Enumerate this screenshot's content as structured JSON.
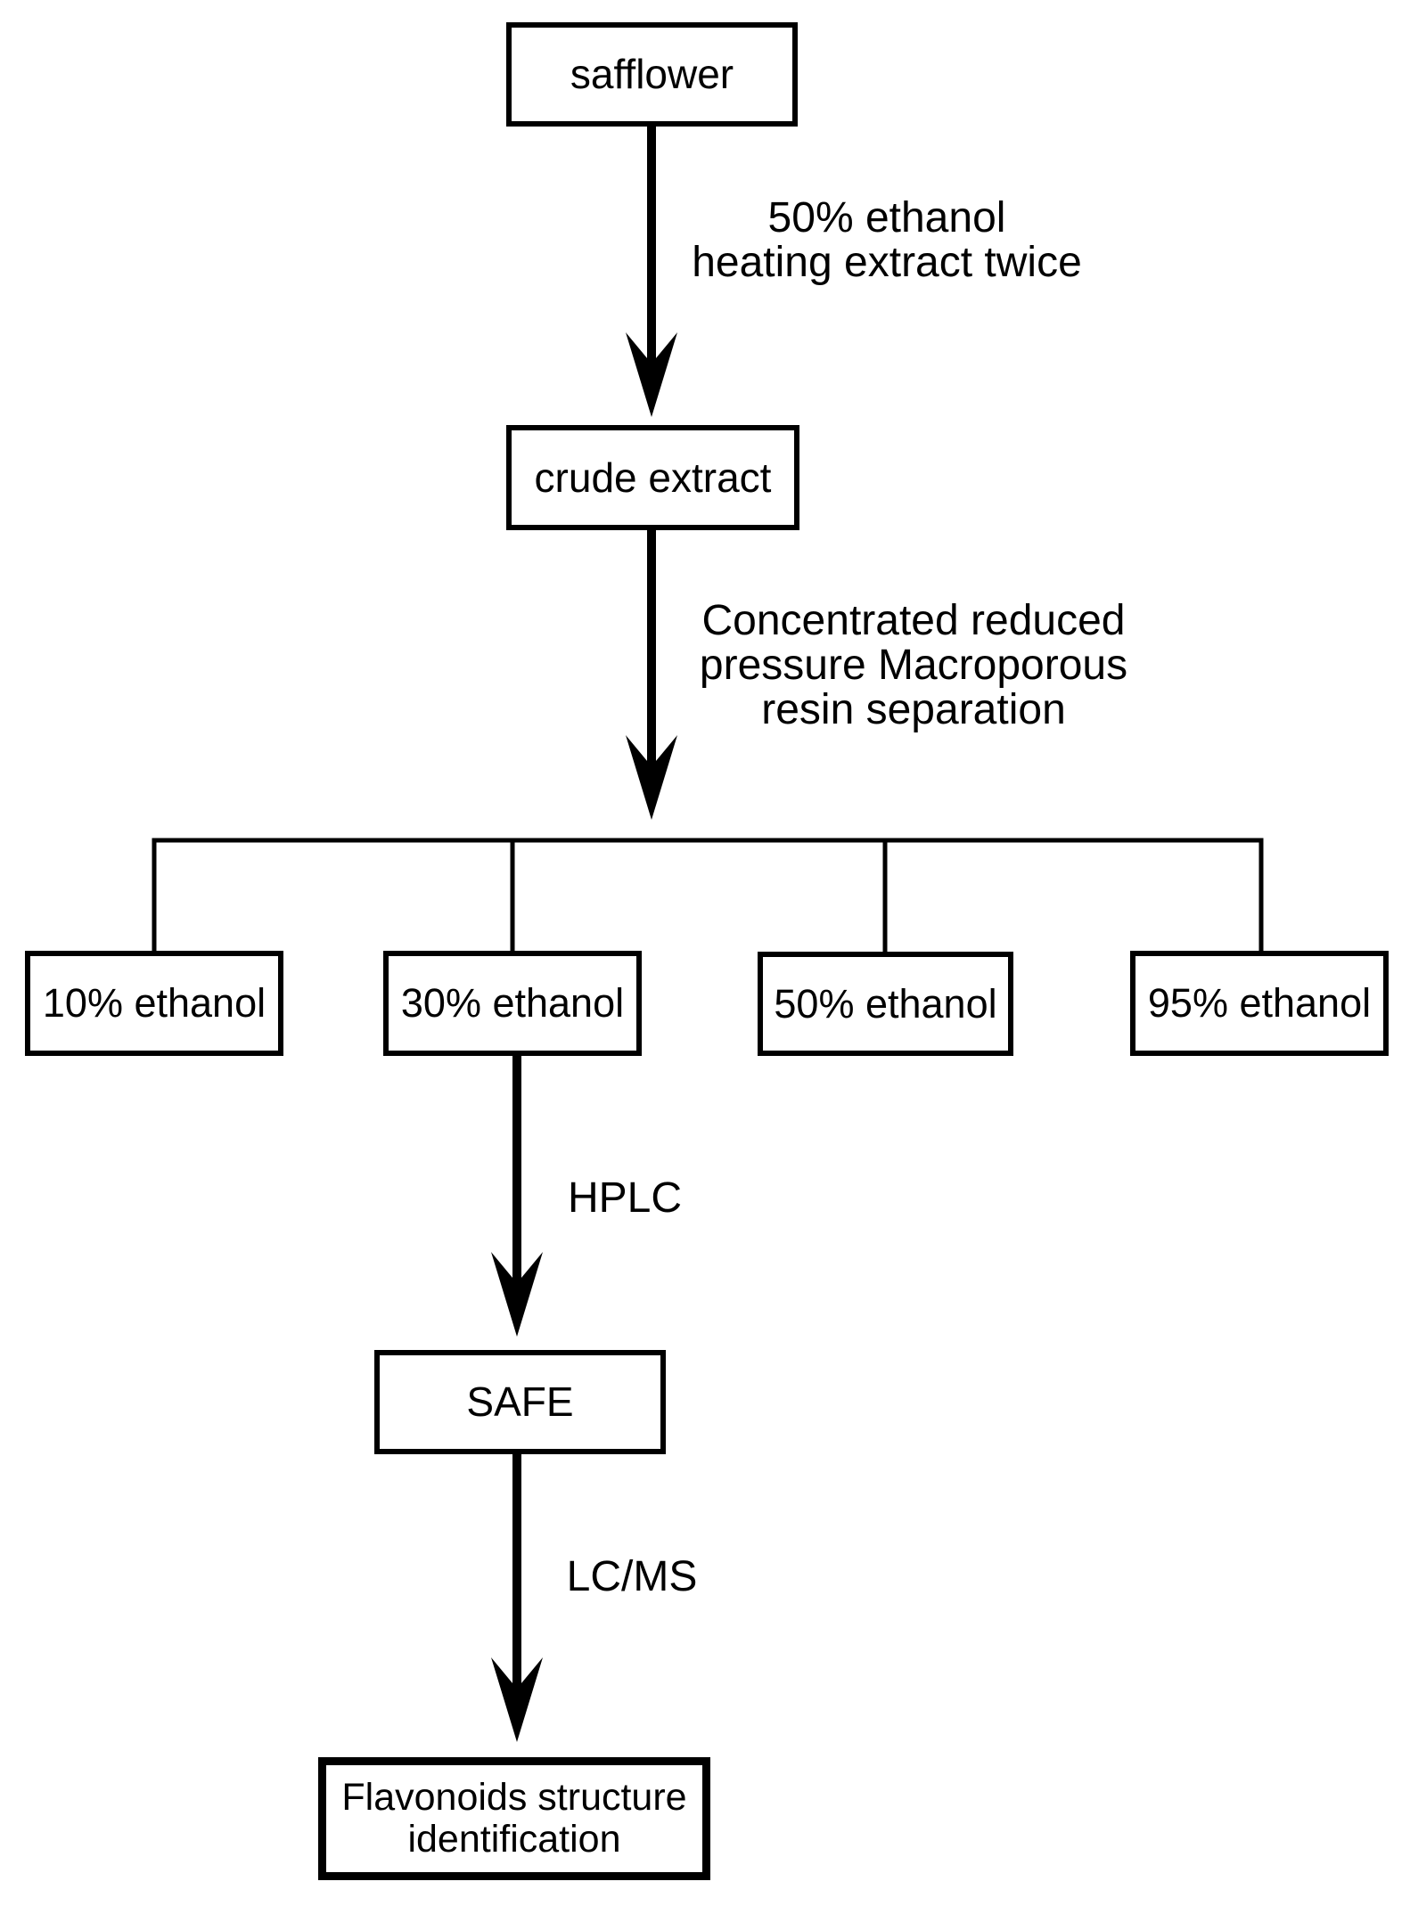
{
  "colors": {
    "ink": "#000000",
    "background": "#ffffff"
  },
  "nodes": {
    "safflower": {
      "label": "safflower"
    },
    "crude_extract": {
      "label": "crude extract"
    },
    "ethanol_10": {
      "label": "10% ethanol"
    },
    "ethanol_30": {
      "label": "30% ethanol"
    },
    "ethanol_50": {
      "label": "50% ethanol"
    },
    "ethanol_95": {
      "label": "95% ethanol"
    },
    "safe": {
      "label": "SAFE"
    },
    "flavonoids": {
      "line1": "Flavonoids structure",
      "line2": "identification"
    }
  },
  "edge_labels": {
    "extraction": {
      "line1": "50% ethanol",
      "line2": "heating extract twice"
    },
    "separation": {
      "line1": "Concentrated reduced",
      "line2": "pressure Macroporous",
      "line3": "resin separation"
    },
    "hplc": "HPLC",
    "lcms": "LC/MS"
  }
}
